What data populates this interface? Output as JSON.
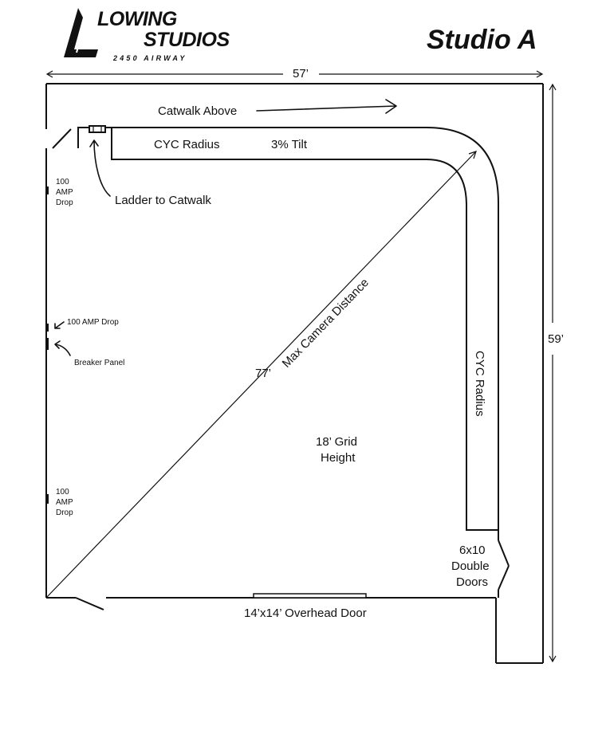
{
  "logo": {
    "line1": "LOWING",
    "line2": "STUDIOS",
    "address": "2450 AIRWAY"
  },
  "title": "Studio A",
  "dimensions": {
    "width": "57’",
    "depth": "59’",
    "diagonal": "77’"
  },
  "labels": {
    "catwalk_above": "Catwalk Above",
    "cyc_radius_top": "CYC Radius",
    "tilt": "3% Tilt",
    "ladder": "Ladder to Catwalk",
    "amp_drop_top": [
      "100",
      "AMP",
      "Drop"
    ],
    "amp_drop_mid": "100 AMP Drop",
    "breaker_panel": "Breaker Panel",
    "amp_drop_bottom": [
      "100",
      "AMP",
      "Drop"
    ],
    "max_camera": "Max Camera Distance",
    "grid_height": [
      "18’ Grid",
      "Height"
    ],
    "cyc_radius_side": "CYC Radius",
    "double_doors": [
      "6x10",
      "Double",
      "Doors"
    ],
    "overhead_door": "14’x14’ Overhead Door"
  },
  "colors": {
    "ink": "#111111",
    "background": "#ffffff"
  }
}
